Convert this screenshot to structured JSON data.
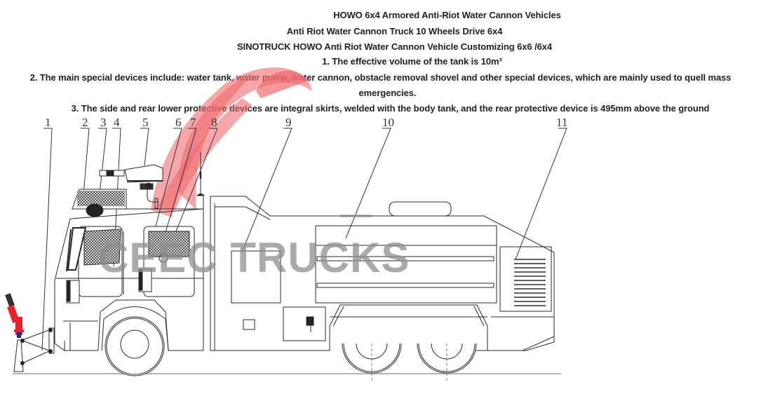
{
  "header": {
    "title": "HOWO 6x4 Armored Anti-Riot Water Cannon Vehicles",
    "subtitle_1": "Anti Riot Water Cannon Truck 10 Wheels Drive 6x4",
    "subtitle_2": "SINOTRUCK HOWO Anti Riot Water Cannon Vehicle Customizing 6x6 /6x4"
  },
  "specs": {
    "item_1": "1.  The effective volume of the tank is 10m³",
    "item_2_line1": "2. The main special devices include: water tank, water pump, water cannon, obstacle removal shovel and other special devices, which are mainly used to quell mass",
    "item_2_line2": "emergencies.",
    "item_3": "3. The side and rear lower protective devices are integral skirts, welded with the body tank, and the rear protective device is 495mm above the ground"
  },
  "drawing": {
    "callouts": [
      "1",
      "2",
      "3",
      "4",
      "5",
      "6",
      "7",
      "8",
      "9",
      "10",
      "11"
    ],
    "watermark_text": "CEEC TRUCKS",
    "colors": {
      "line": "#2a2a2a",
      "logo_red": "#ee6b6f",
      "cannon_red": "#e8202a",
      "cannon_blue": "#1d2b9a",
      "watermark_gray": "#8d8d8d"
    }
  }
}
